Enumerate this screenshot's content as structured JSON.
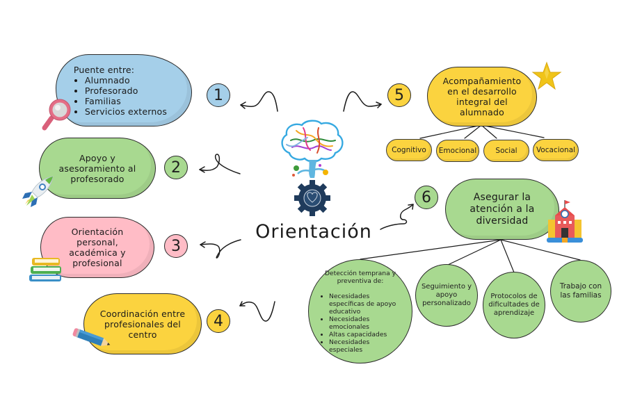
{
  "center": {
    "title": "Orientación",
    "icon": "brain-tree-gear-icon"
  },
  "colors": {
    "blue": "#a5cfe9",
    "green": "#a8d990",
    "pink": "#ffbcc6",
    "yellow": "#fbd33f",
    "outline": "#2b2b2b"
  },
  "nodes": [
    {
      "number": "1",
      "color": "#a5cfe9",
      "heading": "Puente entre:",
      "items": [
        "Alumnado",
        "Profesorado",
        "Familias",
        "Servicios externos"
      ],
      "icon": "magnifying-glass-icon"
    },
    {
      "number": "2",
      "color": "#a8d990",
      "text": "Apoyo y asesoramiento al profesorado",
      "lines": [
        "Apoyo y",
        "asesoramiento al",
        "profesorado"
      ],
      "icon": "rocket-icon"
    },
    {
      "number": "3",
      "color": "#ffbcc6",
      "lines": [
        "Orientación",
        "personal,",
        "académica y",
        "profesional"
      ],
      "icon": "books-icon"
    },
    {
      "number": "4",
      "color": "#fbd33f",
      "lines": [
        "Coordinación entre",
        "profesionales del",
        "centro"
      ],
      "icon": "pencil-icon"
    },
    {
      "number": "5",
      "color": "#fbd33f",
      "lines": [
        "Acompañamiento",
        "en el desarrollo",
        "integral del",
        "alumnado"
      ],
      "icon": "star-icon",
      "children": [
        "Cognitivo",
        "Emocional",
        "Social",
        "Vocacional"
      ]
    },
    {
      "number": "6",
      "color": "#a8d990",
      "lines": [
        "Asegurar la",
        "atención a la",
        "diversidad"
      ],
      "icon": "school-building-icon",
      "children": [
        {
          "heading": "Detección temprana y preventiva de:",
          "items": [
            "Necesidades específicas de apoyo educativo",
            "Necesidades emocionales",
            "Altas capacidades",
            "Necesidades especiales"
          ]
        },
        {
          "lines": [
            "Seguimiento y",
            "apoyo",
            "personalizado"
          ]
        },
        {
          "lines": [
            "Protocolos de",
            "dificultades de",
            "aprendizaje"
          ]
        },
        {
          "lines": [
            "Trabajo con",
            "las familias"
          ]
        }
      ]
    }
  ]
}
